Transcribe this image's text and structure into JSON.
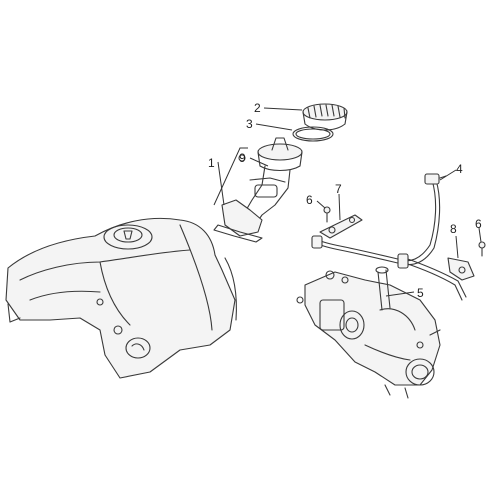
{
  "callouts": [
    {
      "id": "1",
      "label": "1"
    },
    {
      "id": "2",
      "label": "2"
    },
    {
      "id": "3",
      "label": "3"
    },
    {
      "id": "4",
      "label": "4"
    },
    {
      "id": "5",
      "label": "5"
    },
    {
      "id": "6a",
      "label": "6"
    },
    {
      "id": "6b",
      "label": "6"
    },
    {
      "id": "7",
      "label": "7"
    },
    {
      "id": "8",
      "label": "8"
    },
    {
      "id": "9",
      "label": "9"
    }
  ],
  "colors": {
    "line": "#3a3a3a",
    "background": "#ffffff"
  },
  "parts": [
    {
      "ref": "1",
      "name": "fuel-pump-assembly"
    },
    {
      "ref": "2",
      "name": "ring-nut"
    },
    {
      "ref": "3",
      "name": "o-ring-seal"
    },
    {
      "ref": "4",
      "name": "fuel-hose"
    },
    {
      "ref": "5",
      "name": "throttle-body"
    },
    {
      "ref": "6",
      "name": "screw"
    },
    {
      "ref": "7",
      "name": "bracket-left"
    },
    {
      "ref": "8",
      "name": "bracket-right"
    },
    {
      "ref": "9",
      "name": "pump-module"
    }
  ]
}
